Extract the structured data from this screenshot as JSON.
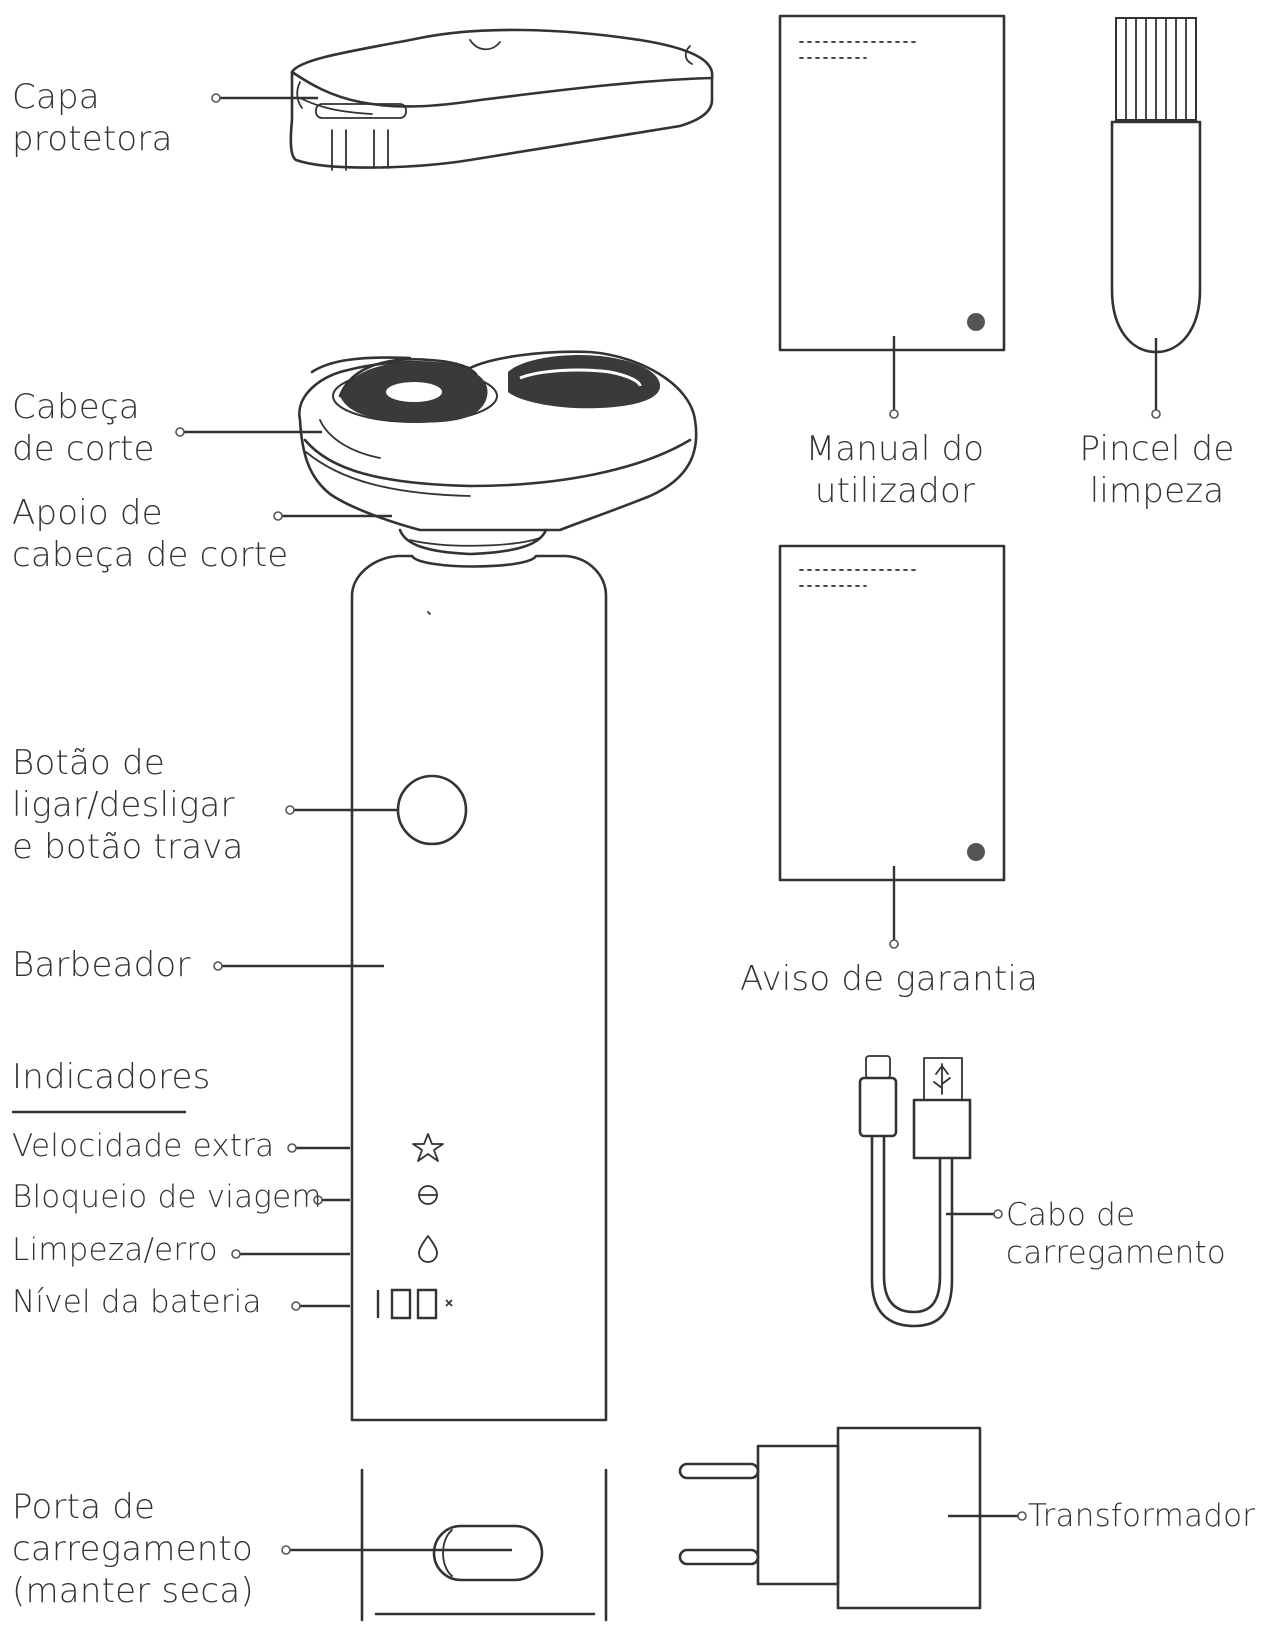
{
  "labels": {
    "protective_cover": [
      "Capa",
      "protetora"
    ],
    "cutting_head": [
      "Cabeça",
      "de corte"
    ],
    "head_support": [
      "Apoio de",
      "cabeça de corte"
    ],
    "power_button": [
      "Botão de",
      "ligar/desligar",
      "e botão trava"
    ],
    "shaver": "Barbeador",
    "indicators_title": "Indicadores",
    "indicator_speed": "Velocidade extra",
    "indicator_travel_lock": "Bloqueio de viagem",
    "indicator_cleaning": "Limpeza/erro",
    "indicator_battery": "Nível da bateria",
    "charging_port": [
      "Porta de",
      "carregamento",
      "(manter seca)"
    ],
    "user_manual": [
      "Manual do",
      "utilizador"
    ],
    "cleaning_brush": [
      "Pincel de",
      "limpeza"
    ],
    "warranty": "Aviso de garantia",
    "charging_cable": [
      "Cabo de",
      "carregamento"
    ],
    "adapter": "Transformador"
  },
  "display": {
    "battery_value": "100",
    "battery_unit": "%"
  },
  "icons": [
    "star-icon",
    "lock-icon",
    "droplet-icon",
    "mi-logo-icon",
    "usb-icon"
  ]
}
